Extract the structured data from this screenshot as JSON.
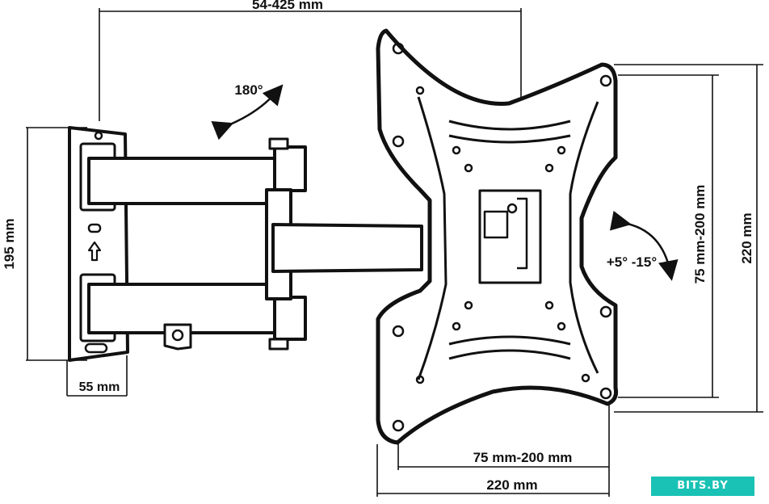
{
  "dimensions": {
    "arm_reach": "54-425 mm",
    "wall_plate_height": "195 mm",
    "wall_plate_depth": "55 mm",
    "vesa_vertical": "75 mm-200 mm",
    "plate_height": "220 mm",
    "vesa_horizontal": "75 mm-200 mm",
    "plate_width": "220 mm"
  },
  "motion": {
    "swivel": "180°",
    "tilt": "+5° -15°"
  },
  "watermark": "BITS.BY",
  "colors": {
    "line": "#111111",
    "watermark_bg": "#19c2b4"
  }
}
